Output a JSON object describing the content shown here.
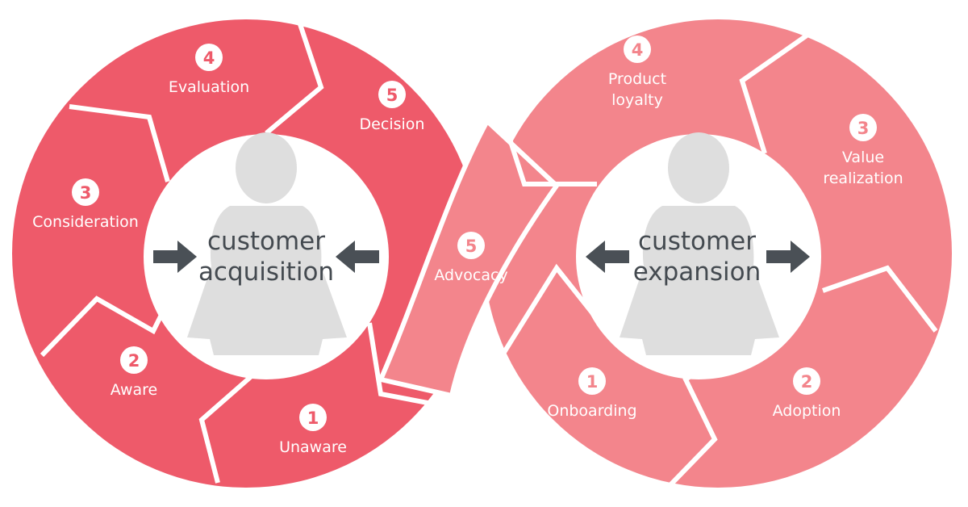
{
  "colors": {
    "acquisition": "#ee5a6a",
    "expansion": "#f3858c",
    "center_fill": "#ffffff",
    "silhouette": "#dedede",
    "arrow": "#4a5056",
    "text_dark": "#444a50"
  },
  "acquisition": {
    "title_line1": "customer",
    "title_line2": "acquisition",
    "stages": [
      {
        "number": "1",
        "label": [
          "Unaware"
        ]
      },
      {
        "number": "2",
        "label": [
          "Aware"
        ]
      },
      {
        "number": "3",
        "label": [
          "Consideration"
        ]
      },
      {
        "number": "4",
        "label": [
          "Evaluation"
        ]
      },
      {
        "number": "5",
        "label": [
          "Decision"
        ]
      }
    ]
  },
  "bridge": {
    "number": "5",
    "label": [
      "Advocacy"
    ]
  },
  "expansion": {
    "title_line1": "customer",
    "title_line2": "expansion",
    "stages": [
      {
        "number": "1",
        "label": [
          "Onboarding"
        ]
      },
      {
        "number": "2",
        "label": [
          "Adoption"
        ]
      },
      {
        "number": "3",
        "label": [
          "Value",
          "realization"
        ]
      },
      {
        "number": "4",
        "label": [
          "Product",
          "loyalty"
        ]
      }
    ]
  }
}
